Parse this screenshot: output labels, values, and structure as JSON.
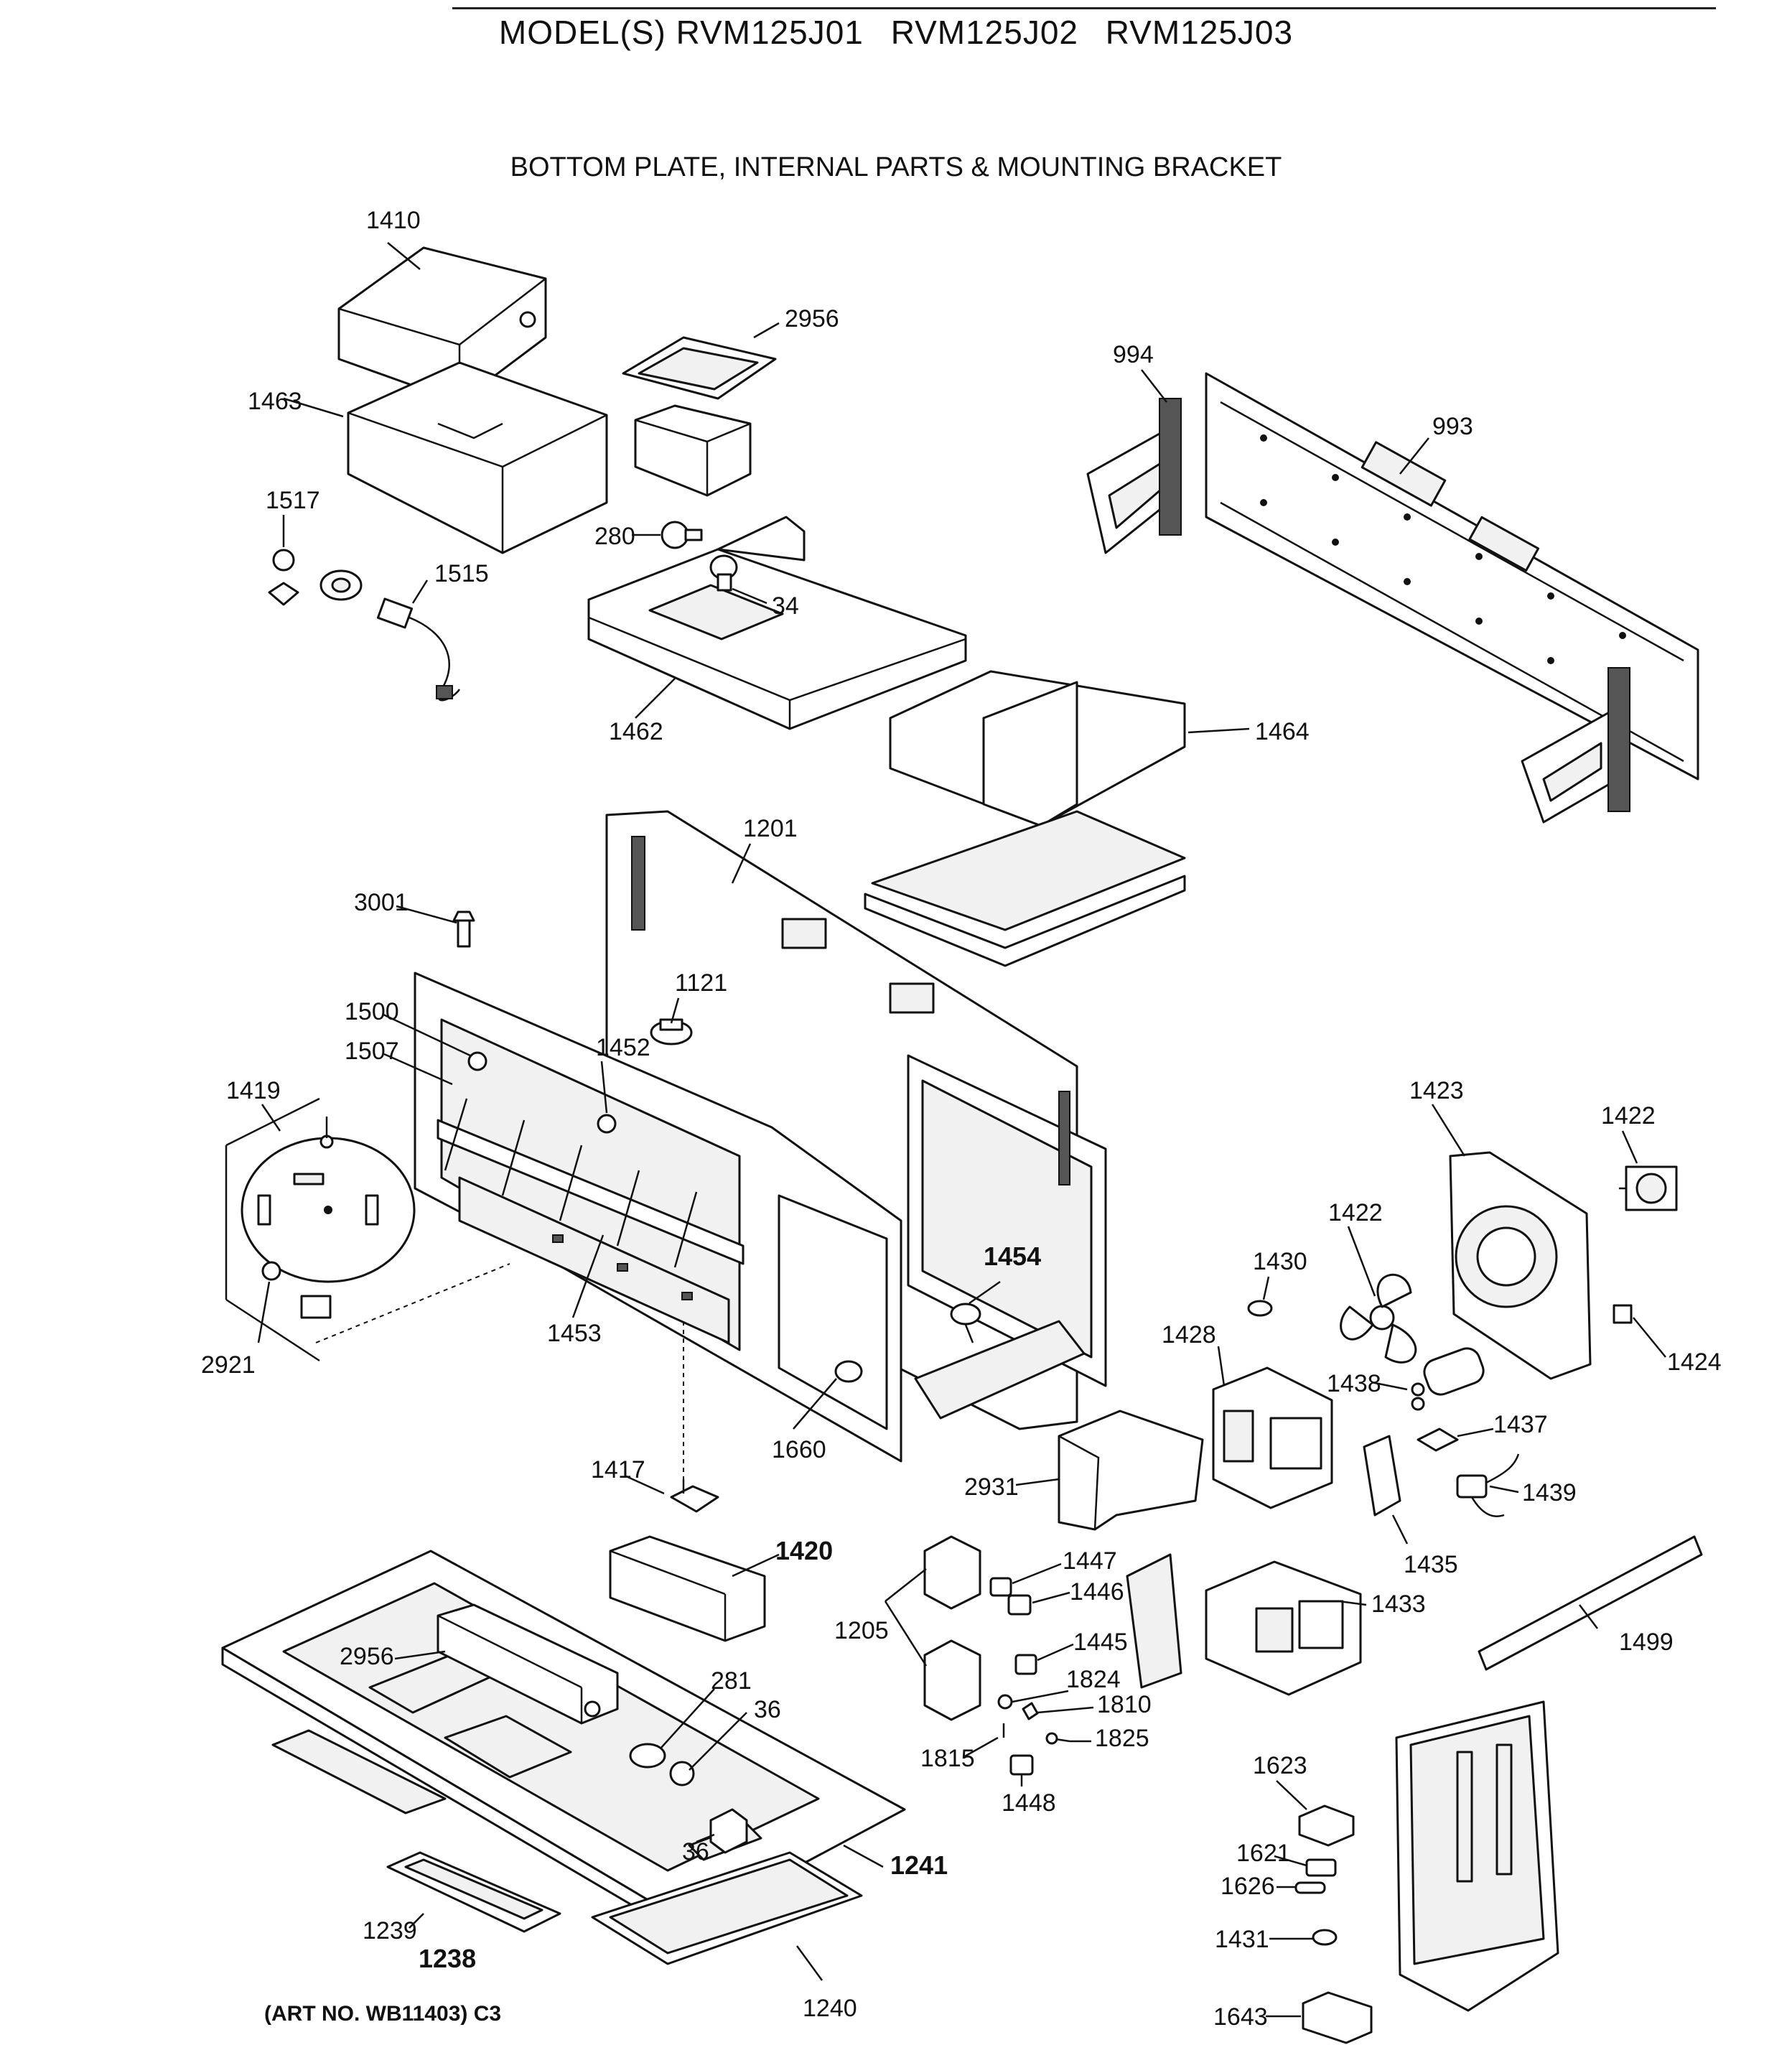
{
  "header": {
    "models": [
      "MODEL(S) RVM125J01",
      "RVM125J02",
      "RVM125J03"
    ],
    "section_title": "BOTTOM PLATE, INTERNAL PARTS & MOUNTING BRACKET"
  },
  "footer": {
    "art_number": "(ART NO. WB11403) C3"
  },
  "callouts": {
    "p1410": "1410",
    "p1463": "1463",
    "p2956_top": "2956",
    "p994": "994",
    "p993": "993",
    "p1517": "1517",
    "p1515": "1515",
    "p280": "280",
    "p34": "34",
    "p1462": "1462",
    "p1464": "1464",
    "p1201": "1201",
    "p3001": "3001",
    "p1121": "1121",
    "p1500": "1500",
    "p1507": "1507",
    "p1452": "1452",
    "p1419": "1419",
    "p1423": "1423",
    "p1422_motor": "1422",
    "p1422_fan": "1422",
    "p1430": "1430",
    "p1454": "1454",
    "p1453": "1453",
    "p2921": "2921",
    "p1428": "1428",
    "p1424": "1424",
    "p1438": "1438",
    "p1437": "1437",
    "p1660": "1660",
    "p1417": "1417",
    "p2931": "2931",
    "p1439": "1439",
    "p1435": "1435",
    "p1420": "1420",
    "p1447": "1447",
    "p1446": "1446",
    "p1205": "1205",
    "p1433": "1433",
    "p1499": "1499",
    "p2956_bottom": "2956",
    "p1445": "1445",
    "p281": "281",
    "p1824": "1824",
    "p1810": "1810",
    "p36_top": "36",
    "p1815": "1815",
    "p1825": "1825",
    "p1623": "1623",
    "p1448": "1448",
    "p36_bottom": "36",
    "p1621": "1621",
    "p1241": "1241",
    "p1626": "1626",
    "p1239": "1239",
    "p1238": "1238",
    "p1431": "1431",
    "p1240": "1240",
    "p1643": "1643"
  }
}
